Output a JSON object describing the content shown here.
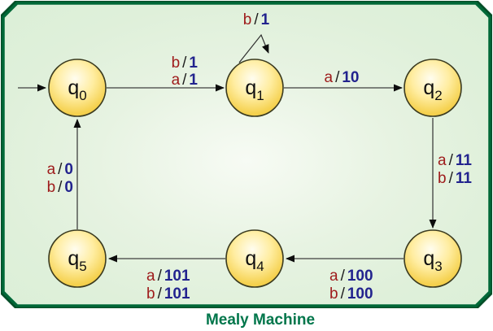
{
  "title": "Mealy Machine",
  "separator": "/",
  "colors": {
    "frame_border": "#006838",
    "frame_border_dark": "#024d27",
    "canvas_fill": "#dff0da",
    "canvas_glow": "#f7fbf4",
    "state_fill": "#f5cf4a",
    "state_fill_highlight": "#fffdf0",
    "state_stroke": "#3b3b20",
    "input_symbol_color": "#9e1b1b",
    "output_symbol_color": "#22238e",
    "title_color": "#00764b",
    "arrow_color": "#1a1a1a"
  },
  "states": [
    {
      "label": "q",
      "subscript": "0"
    },
    {
      "label": "q",
      "subscript": "1"
    },
    {
      "label": "q",
      "subscript": "2"
    },
    {
      "label": "q",
      "subscript": "3"
    },
    {
      "label": "q",
      "subscript": "4"
    },
    {
      "label": "q",
      "subscript": "5"
    }
  ],
  "transitions": [
    {
      "from": "start",
      "to": "q0",
      "labels": []
    },
    {
      "from": "q0",
      "to": "q1",
      "labels": [
        {
          "input": "b",
          "output": "1"
        },
        {
          "input": "a",
          "output": "1"
        }
      ]
    },
    {
      "from": "q1",
      "to": "q1",
      "labels": [
        {
          "input": "b",
          "output": "1"
        }
      ]
    },
    {
      "from": "q1",
      "to": "q2",
      "labels": [
        {
          "input": "a",
          "output": "10"
        }
      ]
    },
    {
      "from": "q2",
      "to": "q3",
      "labels": [
        {
          "input": "a",
          "output": "11"
        },
        {
          "input": "b",
          "output": "11"
        }
      ]
    },
    {
      "from": "q3",
      "to": "q4",
      "labels": [
        {
          "input": "a",
          "output": "100"
        },
        {
          "input": "b",
          "output": "100"
        }
      ]
    },
    {
      "from": "q4",
      "to": "q5",
      "labels": [
        {
          "input": "a",
          "output": "101"
        },
        {
          "input": "b",
          "output": "101"
        }
      ]
    },
    {
      "from": "q5",
      "to": "q0",
      "labels": [
        {
          "input": "a",
          "output": "0"
        },
        {
          "input": "b",
          "output": "0"
        }
      ]
    }
  ]
}
